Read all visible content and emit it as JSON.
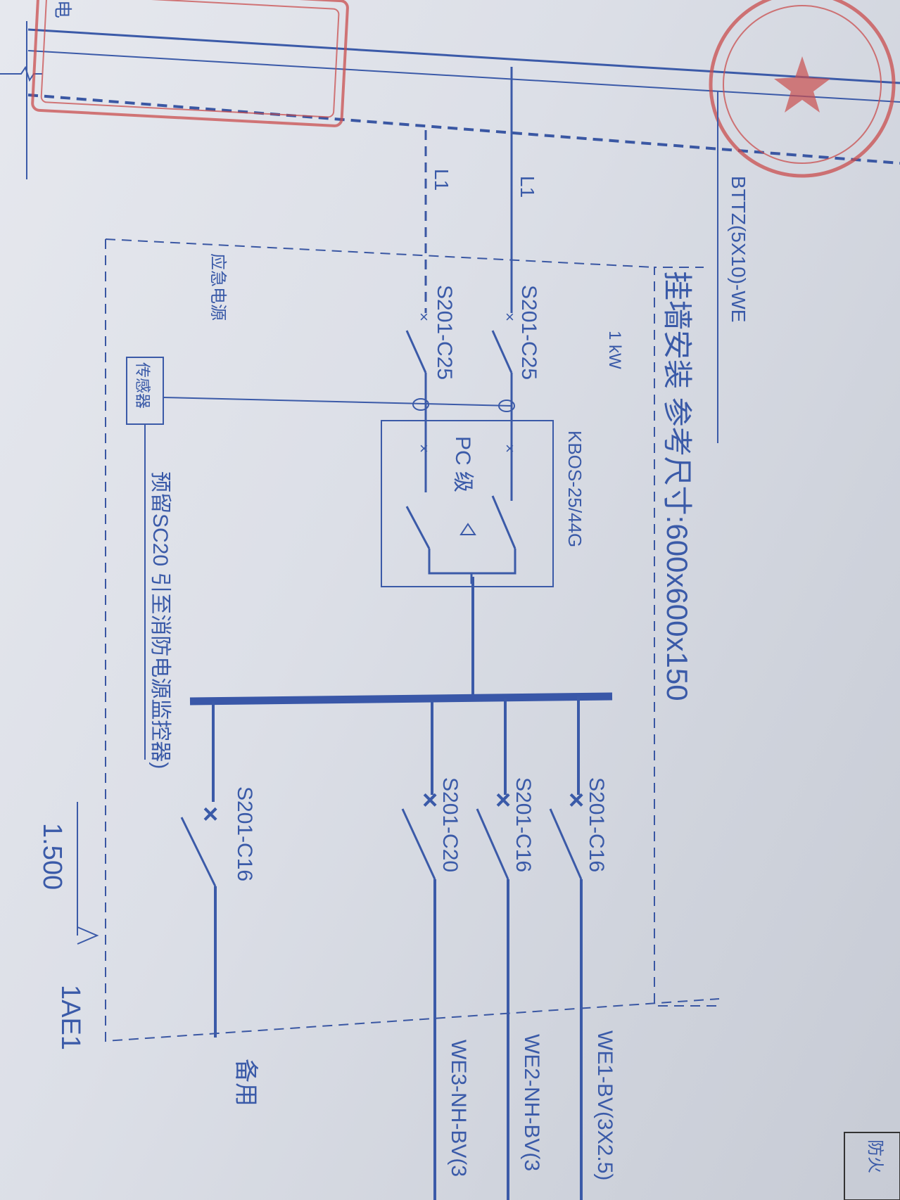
{
  "diagram": {
    "feeder_top": "BTTZ(5X10)-WE",
    "incoming_label_1": "L1",
    "incoming_label_2": "L1",
    "mounting_note": "挂墙安装 参考尺寸:600x600x150",
    "power_note": "1 kW",
    "ats_model": "KBOS-25/44G",
    "ats_class": "PC 级",
    "breaker_in_main": "S201-C25",
    "breaker_in_emergency": "S201-C25",
    "emergency_label": "应急电源",
    "sensor_label": "传感器",
    "reserve_note": "预留SC20 引至消防电源监控器)",
    "breakers_out": [
      "S201-C16",
      "S201-C16",
      "S201-C20",
      "S201-C16"
    ],
    "circuits": [
      "WE1-BV(3X2.5)",
      "WE2-NH-BV(3",
      "WE3-NH-BV(3",
      "备用"
    ],
    "elevation": "1.500",
    "panel_id": "1AE1",
    "edge_text_top": "电",
    "edge_text_corner": "防火"
  },
  "colors": {
    "line": "#3b5aa8",
    "stamp": "#c94e4e",
    "paper": "#dcdfe7"
  }
}
